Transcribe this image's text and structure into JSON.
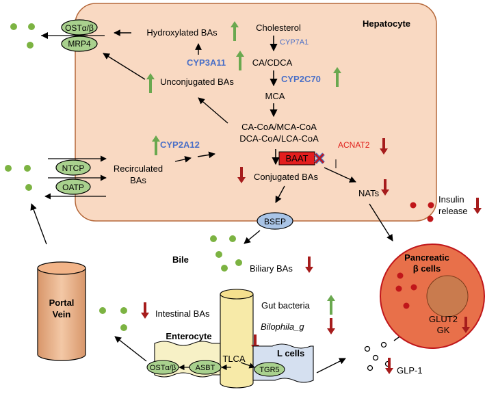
{
  "hepatocyte": {
    "title": "Hepatocyte",
    "cholesterol": "Cholesterol",
    "cyp7a1": "CYP7A1",
    "ca_cdca": "CA/CDCA",
    "cyp2c70": "CYP2C70",
    "mca": "MCA",
    "coa_line1": "CA-CoA/MCA-CoA",
    "coa_line2": "DCA-CoA/LCA-CoA",
    "baat": "BAAT",
    "acnat2": "ACNAT2",
    "conjugated": "Conjugated BAs",
    "nats": "NATs",
    "unconjugated": "Unconjugated BAs",
    "cyp3a11": "CYP3A11",
    "hydroxylated": "Hydroxylated BAs",
    "cyp2a12": "CYP2A12",
    "recirculated_line1": "Recirculated",
    "recirculated_line2": "BAs"
  },
  "transporters": {
    "ost_top": "OSTα/β",
    "mrp4": "MRP4",
    "ntcp": "NTCP",
    "oatp": "OATP",
    "bsep": "BSEP",
    "ost_bottom": "OSTα/β",
    "asbt": "ASBT",
    "tgr5": "TGR5"
  },
  "bile": {
    "label": "Bile",
    "biliary": "Biliary BAs"
  },
  "portal_vein": {
    "line1": "Portal",
    "line2": "Vein"
  },
  "intestine": {
    "intestinal_bas": "Intestinal BAs",
    "gut_bacteria": "Gut bacteria",
    "bilophila": "Bilophila_g",
    "enterocyte": "Enterocyte",
    "tlca": "TLCA",
    "l_cells": "L cells",
    "glp1": "GLP-1"
  },
  "pancreas": {
    "line1": "Pancreatic",
    "line2": "β cells",
    "glut2": "GLUT2",
    "gk": "GK",
    "insulin_line1": "Insulin",
    "insulin_line2": "release"
  },
  "colors": {
    "up_arrow": "#6aa84f",
    "down_arrow": "#a61c1c",
    "enzyme_blue": "#4a6fc7",
    "acnat2_red": "#e0201b",
    "hepatocyte_fill": "#f9d9c2",
    "hepatocyte_border": "#b5683a",
    "bile_acid_dot": "#7cb342",
    "insulin_dot": "#c0161a",
    "transporter_green": "#a9d18e",
    "bsep_blue": "#a9c4e6",
    "baat_red": "#e31e1e",
    "pancreas_fill": "#e8704a",
    "nucleus_fill": "#c97b4e",
    "intestine_yellow": "#f7eaa8",
    "portal_vein_fill": "#eab793"
  }
}
